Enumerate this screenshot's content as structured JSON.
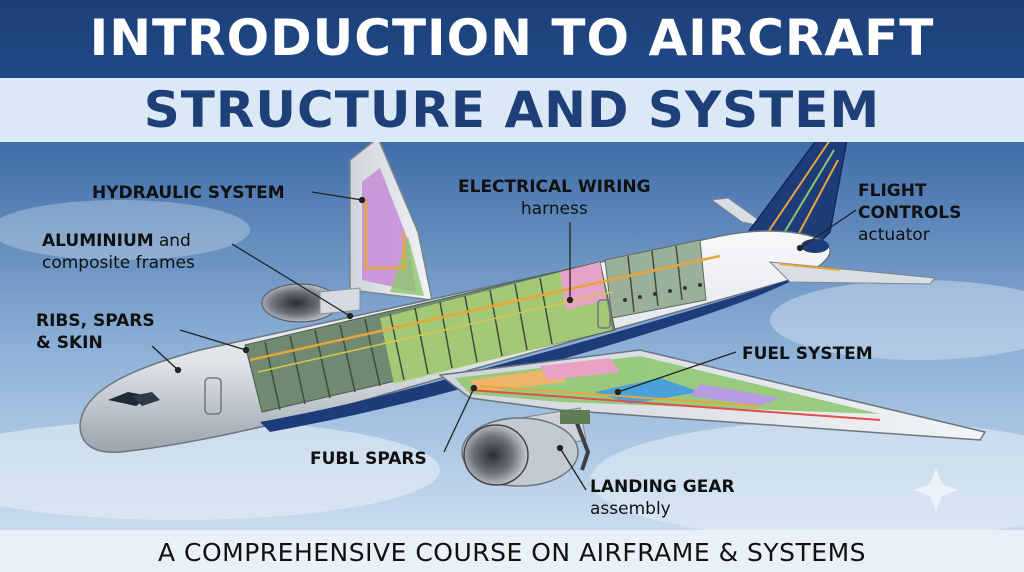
{
  "title": {
    "line1": "INTRODUCTION TO AIRCRAFT",
    "line2": "STRUCTURE AND SYSTEM"
  },
  "subtitle": "A COMPREHENSIVE COURSE ON AIRFRAME & SYSTEMS",
  "labels": {
    "hydraulic": {
      "bold": "HYDRAULIC SYSTEM"
    },
    "aluminium": {
      "bold": "ALUMINIUM",
      "text1": "and",
      "text2": "composite frames"
    },
    "ribs": {
      "line1": "RIBS, SPARS",
      "line2": "& SKIN"
    },
    "electrical": {
      "bold": "ELECTRICAL WIRING",
      "text": "harness"
    },
    "flight": {
      "line1": "FLIGHT",
      "line2": "CONTROLS",
      "text": "actuator"
    },
    "fuel": {
      "bold": "FUEL SYSTEM"
    },
    "spars": {
      "bold": "FUBL SPARS"
    },
    "gear": {
      "bold": "LANDING GEAR",
      "text": "assembly"
    }
  },
  "colors": {
    "title_bar": "#1d3f7a",
    "title_band": "#dbe9f6",
    "title_text_dark": "#1f3f78",
    "sky_top": "#3f6da8",
    "sky_bottom": "#c4d8ec",
    "fuselage": "#e8ebef",
    "tail_blue": "#1e3c7a",
    "frame_green": "#9ec96a",
    "fuel_green": "#8cc66c",
    "hydraulic_purple": "#c58bd6",
    "wiring_orange": "#e8a53a"
  }
}
